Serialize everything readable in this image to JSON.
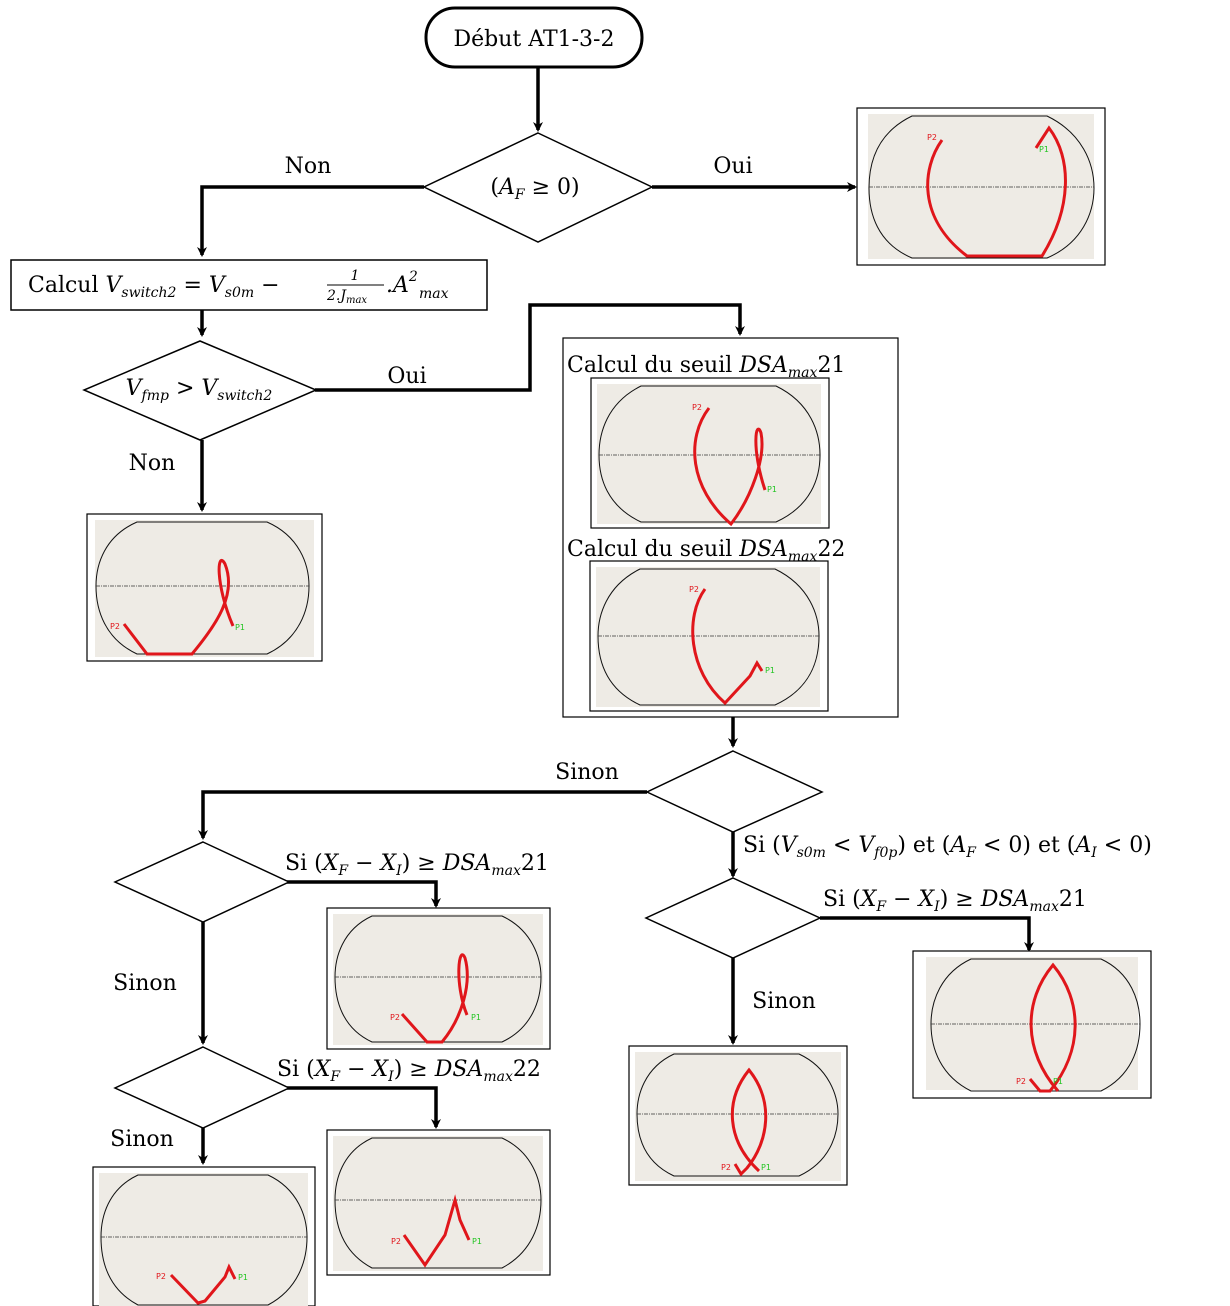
{
  "start": {
    "label": "Début AT1-3-2"
  },
  "decision_af": {
    "open": "(",
    "var": "A",
    "sub": "F",
    "rel": " ≥ 0)"
  },
  "edges": {
    "non_top": "Non",
    "oui_top": "Oui",
    "oui_mid": "Oui",
    "non_mid": "Non",
    "sinon_left": "Sinon",
    "sinon_a": "Sinon",
    "sinon_b": "Sinon",
    "sinon_right": "Sinon"
  },
  "calc_vswitch": {
    "prefix": "Calcul ",
    "lhs_var": "V",
    "lhs_sub": "switch2",
    "eq": " = ",
    "v_var": "V",
    "v_sub": "s0m",
    "minus": " − ",
    "frac_num": "1",
    "frac_den": "2.J",
    "frac_den_sub": "max",
    "dot": ".A",
    "a_sup": "2",
    "a_sub": "max"
  },
  "decision_vfmp": {
    "v1": "V",
    "v1_sub": "fmp",
    "rel": " > ",
    "v2": "V",
    "v2_sub": "switch2"
  },
  "seuil_box": {
    "title1_text": "Calcul du seuil ",
    "title1_var": "DSA",
    "title1_sub": "max",
    "title1_num": "21",
    "title2_text": "Calcul du seuil ",
    "title2_var": "DSA",
    "title2_sub": "max",
    "title2_num": "22"
  },
  "cond_right": {
    "si": "Si (",
    "v1": "V",
    "v1_sub": "s0m",
    "lt": " < ",
    "v2": "V",
    "v2_sub": "f0p",
    "et1": ") et (",
    "a1": "A",
    "a1_sub": "F",
    "c1": " < 0) et (",
    "a2": "A",
    "a2_sub": "I",
    "c2": " < 0)"
  },
  "cond_dsa21_left": {
    "si": "Si (",
    "x1": "X",
    "x1_sub": "F",
    "minus": " − ",
    "x2": "X",
    "x2_sub": "I",
    "ge": ") ≥ ",
    "dsa": "DSA",
    "dsa_sub": "max",
    "num": "21"
  },
  "cond_dsa22_left": {
    "si": "Si (",
    "x1": "X",
    "x1_sub": "F",
    "minus": " − ",
    "x2": "X",
    "x2_sub": "I",
    "ge": ") ≥ ",
    "dsa": "DSA",
    "dsa_sub": "max",
    "num": "22"
  },
  "cond_dsa21_right": {
    "si": "Si (",
    "x1": "X",
    "x1_sub": "F",
    "minus": " − ",
    "x2": "X",
    "x2_sub": "I",
    "ge": ") ≥ ",
    "dsa": "DSA",
    "dsa_sub": "max",
    "num": "21"
  },
  "points": {
    "p1": "P1",
    "p2": "P2"
  },
  "colors": {
    "trajectory": "#e0161b",
    "p1": "#22c422",
    "p2": "#e0161b",
    "panel": "#eeebe5",
    "edge": "#000000"
  }
}
